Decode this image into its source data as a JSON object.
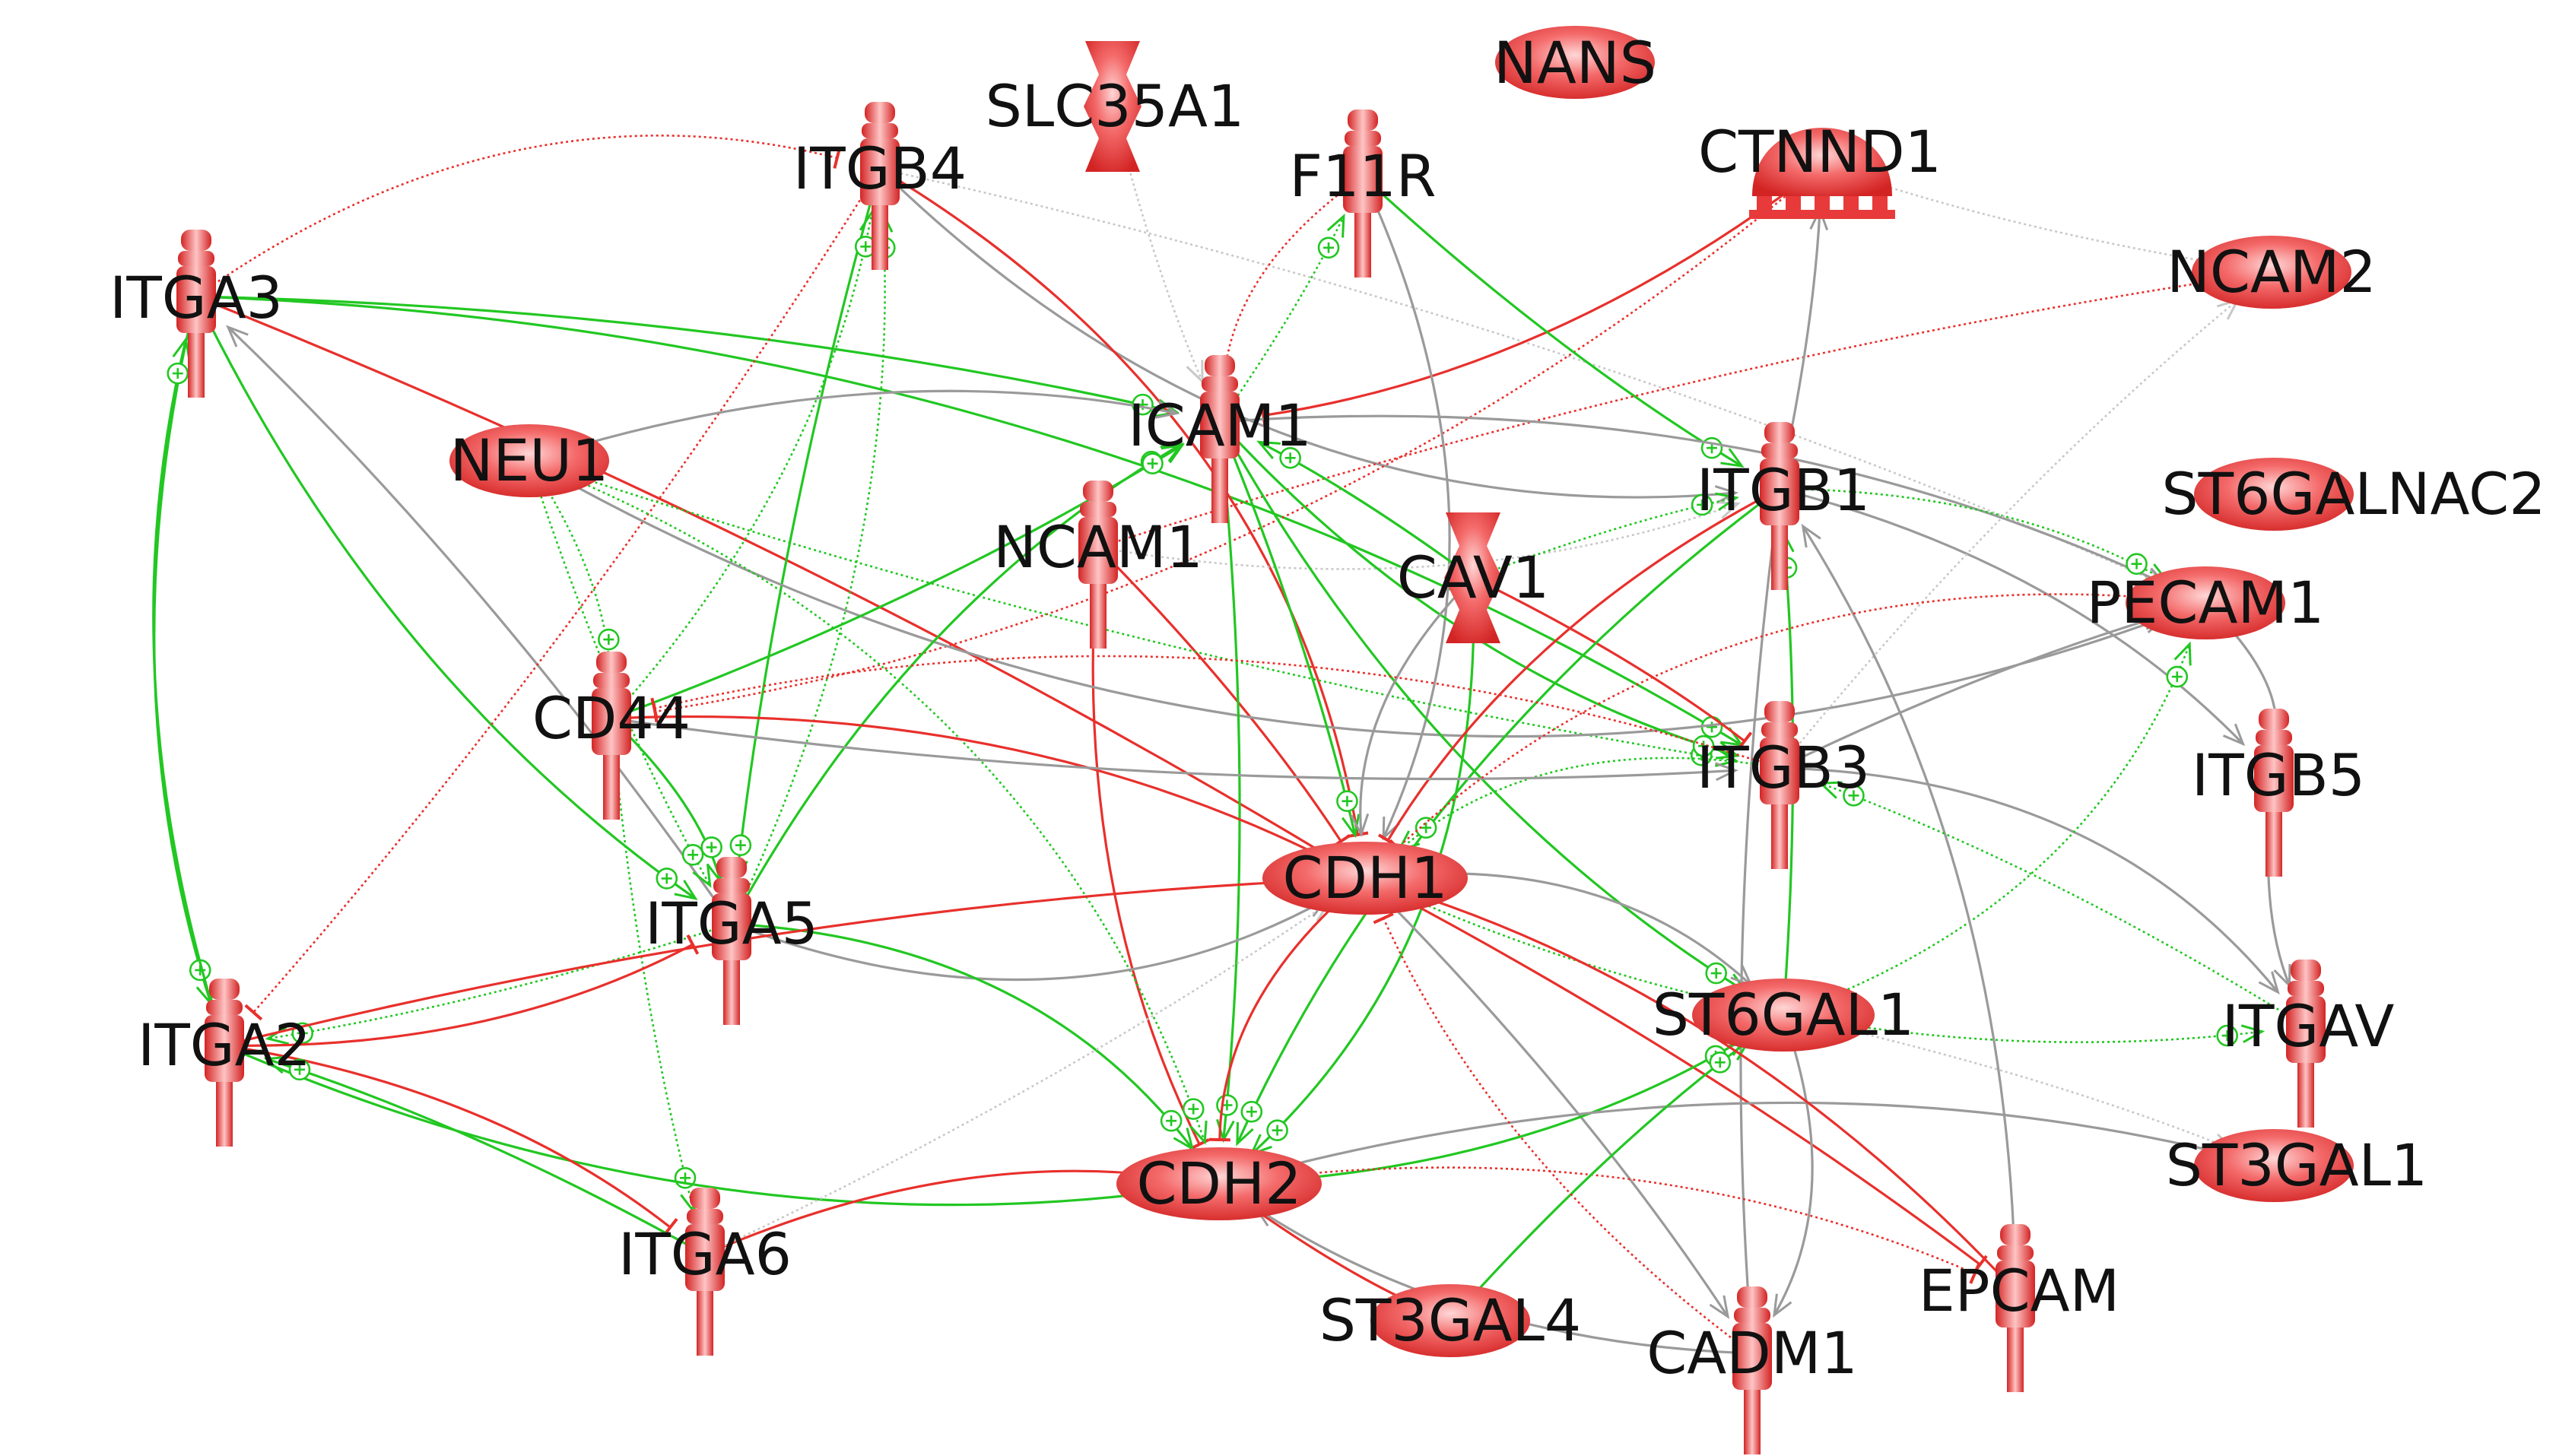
{
  "colors": {
    "activation": "#22c722",
    "inhibition": "#e8302c",
    "association": "#9a9a9a",
    "association_light": "#c8c8c8",
    "node_fill": "#e83a3a",
    "node_highlight": "#ffd0d0",
    "label": "#111111"
  },
  "nodes": [
    {
      "id": "SLC35A1",
      "label": "SLC35A1",
      "shape": "transporter"
    },
    {
      "id": "NANS",
      "label": "NANS",
      "shape": "ellipse"
    },
    {
      "id": "ITGB4",
      "label": "ITGB4",
      "shape": "receptor"
    },
    {
      "id": "F11R",
      "label": "F11R",
      "shape": "receptor"
    },
    {
      "id": "CTNND1",
      "label": "CTNND1",
      "shape": "dome"
    },
    {
      "id": "ITGA3",
      "label": "ITGA3",
      "shape": "receptor"
    },
    {
      "id": "NCAM2",
      "label": "NCAM2",
      "shape": "ellipse"
    },
    {
      "id": "ICAM1",
      "label": "ICAM1",
      "shape": "receptor"
    },
    {
      "id": "NEU1",
      "label": "NEU1",
      "shape": "ellipse"
    },
    {
      "id": "ITGB1",
      "label": "ITGB1",
      "shape": "receptor"
    },
    {
      "id": "ST6GALNAC2",
      "label": "ST6GALNAC2",
      "shape": "ellipse"
    },
    {
      "id": "NCAM1",
      "label": "NCAM1",
      "shape": "receptor"
    },
    {
      "id": "CAV1",
      "label": "CAV1",
      "shape": "transporter"
    },
    {
      "id": "PECAM1",
      "label": "PECAM1",
      "shape": "ellipse"
    },
    {
      "id": "CD44",
      "label": "CD44",
      "shape": "receptor"
    },
    {
      "id": "ITGB3",
      "label": "ITGB3",
      "shape": "receptor"
    },
    {
      "id": "ITGB5",
      "label": "ITGB5",
      "shape": "receptor"
    },
    {
      "id": "CDH1",
      "label": "CDH1",
      "shape": "ellipse"
    },
    {
      "id": "ITGA5",
      "label": "ITGA5",
      "shape": "receptor"
    },
    {
      "id": "ST6GAL1",
      "label": "ST6GAL1",
      "shape": "ellipse"
    },
    {
      "id": "ITGAV",
      "label": "ITGAV",
      "shape": "receptor"
    },
    {
      "id": "ITGA2",
      "label": "ITGA2",
      "shape": "receptor"
    },
    {
      "id": "ST3GAL1",
      "label": "ST3GAL1",
      "shape": "ellipse"
    },
    {
      "id": "CDH2",
      "label": "CDH2",
      "shape": "ellipse"
    },
    {
      "id": "ITGA6",
      "label": "ITGA6",
      "shape": "receptor"
    },
    {
      "id": "EPCAM",
      "label": "EPCAM",
      "shape": "receptor"
    },
    {
      "id": "ST3GAL4",
      "label": "ST3GAL4",
      "shape": "ellipse"
    },
    {
      "id": "CADM1",
      "label": "CADM1",
      "shape": "receptor"
    }
  ],
  "edges": [
    {
      "from": "ITGA3",
      "to": "ITGB4",
      "type": "inhibition",
      "style": "dotted"
    },
    {
      "from": "ITGA3",
      "to": "CDH1",
      "type": "inhibition",
      "style": "solid"
    },
    {
      "from": "ITGA3",
      "to": "ICAM1",
      "type": "activation",
      "style": "solid"
    },
    {
      "from": "ITGA3",
      "to": "ITGA2",
      "type": "activation",
      "style": "solid"
    },
    {
      "from": "ITGA3",
      "to": "ITGA5",
      "type": "activation",
      "style": "solid"
    },
    {
      "from": "ITGA3",
      "to": "ITGB3",
      "type": "activation",
      "style": "solid"
    },
    {
      "from": "ITGA2",
      "to": "ITGA3",
      "type": "activation",
      "style": "solid"
    },
    {
      "from": "ITGA5",
      "to": "ITGA3",
      "type": "association",
      "style": "solid"
    },
    {
      "from": "ITGB4",
      "to": "ITGA5",
      "type": "activation",
      "style": "solid"
    },
    {
      "from": "ITGB4",
      "to": "ITGB1",
      "type": "association",
      "style": "solid"
    },
    {
      "from": "ITGB4",
      "to": "CDH1",
      "type": "inhibition",
      "style": "solid"
    },
    {
      "from": "ITGB4",
      "to": "ITGA2",
      "type": "inhibition",
      "style": "dotted"
    },
    {
      "from": "ITGB4",
      "to": "PECAM1",
      "type": "association",
      "style": "dotted"
    },
    {
      "from": "CD44",
      "to": "ITGB4",
      "type": "activation",
      "style": "dotted"
    },
    {
      "from": "ITGA5",
      "to": "ITGB4",
      "type": "activation",
      "style": "dotted"
    },
    {
      "from": "CTNND1",
      "to": "ICAM1",
      "type": "inhibition",
      "style": "solid"
    },
    {
      "from": "CTNND1",
      "to": "CD44",
      "type": "inhibition",
      "style": "dotted"
    },
    {
      "from": "F11R",
      "to": "ITGB1",
      "type": "activation",
      "style": "solid"
    },
    {
      "from": "ICAM1",
      "to": "F11R",
      "type": "activation",
      "style": "dotted"
    },
    {
      "from": "F11R",
      "to": "ICAM1",
      "type": "inhibition",
      "style": "dotted"
    },
    {
      "from": "F11R",
      "to": "CDH1",
      "type": "association",
      "style": "solid"
    },
    {
      "from": "NCAM1",
      "to": "NCAM2",
      "type": "inhibition",
      "style": "dotted"
    },
    {
      "from": "NCAM1",
      "to": "CDH1",
      "type": "inhibition",
      "style": "solid"
    },
    {
      "from": "NCAM1",
      "to": "CDH2",
      "type": "inhibition",
      "style": "solid"
    },
    {
      "from": "NCAM1",
      "to": "ITGB1",
      "type": "association",
      "style": "dotted"
    },
    {
      "from": "NEU1",
      "to": "ICAM1",
      "type": "association",
      "style": "solid"
    },
    {
      "from": "NEU1",
      "to": "CD44",
      "type": "activation",
      "style": "dotted"
    },
    {
      "from": "NEU1",
      "to": "ITGA5",
      "type": "activation",
      "style": "dotted"
    },
    {
      "from": "NEU1",
      "to": "ITGB3",
      "type": "activation",
      "style": "dotted"
    },
    {
      "from": "NEU1",
      "to": "PECAM1",
      "type": "association",
      "style": "solid"
    },
    {
      "from": "NEU1",
      "to": "CDH2",
      "type": "activation",
      "style": "dotted"
    },
    {
      "from": "ICAM1",
      "to": "CDH1",
      "type": "activation",
      "style": "solid"
    },
    {
      "from": "ICAM1",
      "to": "CDH2",
      "type": "activation",
      "style": "solid"
    },
    {
      "from": "ICAM1",
      "to": "ITGB3",
      "type": "activation",
      "style": "solid"
    },
    {
      "from": "ICAM1",
      "to": "ST6GAL1",
      "type": "activation",
      "style": "solid"
    },
    {
      "from": "ICAM1",
      "to": "PECAM1",
      "type": "association",
      "style": "solid"
    },
    {
      "from": "ITGA5",
      "to": "ICAM1",
      "type": "activation",
      "style": "solid"
    },
    {
      "from": "CD44",
      "to": "ICAM1",
      "type": "activation",
      "style": "solid"
    },
    {
      "from": "CAV1",
      "to": "ICAM1",
      "type": "activation",
      "style": "solid"
    },
    {
      "from": "CAV1",
      "to": "CDH1",
      "type": "association",
      "style": "solid"
    },
    {
      "from": "CAV1",
      "to": "CDH2",
      "type": "activation",
      "style": "solid"
    },
    {
      "from": "CAV1",
      "to": "ITGB1",
      "type": "activation",
      "style": "dotted"
    },
    {
      "from": "CAV1",
      "to": "ITGB3",
      "type": "inhibition",
      "style": "solid"
    },
    {
      "from": "ITGB1",
      "to": "CDH1",
      "type": "inhibition",
      "style": "solid"
    },
    {
      "from": "ITGB1",
      "to": "CDH2",
      "type": "activation",
      "style": "solid"
    },
    {
      "from": "ITGB1",
      "to": "PECAM1",
      "type": "activation",
      "style": "dotted"
    },
    {
      "from": "ITGB1",
      "to": "ITGB5",
      "type": "association",
      "style": "solid"
    },
    {
      "from": "ITGB1",
      "to": "CADM1",
      "type": "association",
      "style": "solid"
    },
    {
      "from": "ITGB1",
      "to": "CTNND1",
      "type": "association",
      "style": "solid"
    },
    {
      "from": "ITGB3",
      "to": "CDH1",
      "type": "activation",
      "style": "dotted"
    },
    {
      "from": "ITGB3",
      "to": "ITGAV",
      "type": "association",
      "style": "solid"
    },
    {
      "from": "ITGB3",
      "to": "PECAM1",
      "type": "association",
      "style": "solid"
    },
    {
      "from": "ITGB3",
      "to": "NCAM2",
      "type": "association",
      "style": "dotted"
    },
    {
      "from": "ITGB3",
      "to": "CD44",
      "type": "inhibition",
      "style": "dotted"
    },
    {
      "from": "ITGB5",
      "to": "ITGAV",
      "type": "association",
      "style": "solid"
    },
    {
      "from": "CD44",
      "to": "CDH1",
      "type": "inhibition",
      "style": "solid"
    },
    {
      "from": "CD44",
      "to": "ITGA5",
      "type": "activation",
      "style": "solid"
    },
    {
      "from": "CD44",
      "to": "ITGB3",
      "type": "association",
      "style": "solid"
    },
    {
      "from": "CD44",
      "to": "ITGA6",
      "type": "activation",
      "style": "dotted"
    },
    {
      "from": "ITGA5",
      "to": "CDH1",
      "type": "association",
      "style": "solid"
    },
    {
      "from": "ITGA5",
      "to": "CDH2",
      "type": "activation",
      "style": "solid"
    },
    {
      "from": "ITGA5",
      "to": "ITGA2",
      "type": "activation",
      "style": "dotted"
    },
    {
      "from": "ITGA2",
      "to": "CDH1",
      "type": "inhibition",
      "style": "solid"
    },
    {
      "from": "ITGA2",
      "to": "CDH2",
      "type": "activation",
      "style": "solid"
    },
    {
      "from": "ITGA2",
      "to": "ITGA5",
      "type": "inhibition",
      "style": "solid"
    },
    {
      "from": "ITGA2",
      "to": "ITGA6",
      "type": "inhibition",
      "style": "solid"
    },
    {
      "from": "ITGA6",
      "to": "CDH2",
      "type": "inhibition",
      "style": "solid"
    },
    {
      "from": "ITGA6",
      "to": "ITGA2",
      "type": "activation",
      "style": "solid"
    },
    {
      "from": "ITGA6",
      "to": "CDH1",
      "type": "association",
      "style": "dotted"
    },
    {
      "from": "CDH1",
      "to": "CDH2",
      "type": "inhibition",
      "style": "solid"
    },
    {
      "from": "CDH1",
      "to": "ST6GAL1",
      "type": "association",
      "style": "solid"
    },
    {
      "from": "CDH1",
      "to": "EPCAM",
      "type": "inhibition",
      "style": "solid"
    },
    {
      "from": "CDH1",
      "to": "CADM1",
      "type": "association",
      "style": "solid"
    },
    {
      "from": "CDH1",
      "to": "ITGAV",
      "type": "activation",
      "style": "dotted"
    },
    {
      "from": "CDH2",
      "to": "ST6GAL1",
      "type": "activation",
      "style": "solid"
    },
    {
      "from": "CDH2",
      "to": "ST3GAL1",
      "type": "association",
      "style": "solid"
    },
    {
      "from": "CDH2",
      "to": "EPCAM",
      "type": "inhibition",
      "style": "dotted"
    },
    {
      "from": "CDH2",
      "to": "ST3GAL4",
      "type": "inhibition",
      "style": "solid"
    },
    {
      "from": "ST6GAL1",
      "to": "ITGB1",
      "type": "activation",
      "style": "solid"
    },
    {
      "from": "ST6GAL1",
      "to": "PECAM1",
      "type": "activation",
      "style": "dotted"
    },
    {
      "from": "ST6GAL1",
      "to": "CADM1",
      "type": "association",
      "style": "solid"
    },
    {
      "from": "ST6GAL1",
      "to": "ST3GAL1",
      "type": "association",
      "style": "dotted"
    },
    {
      "from": "ST3GAL4",
      "to": "ST6GAL1",
      "type": "activation",
      "style": "solid"
    },
    {
      "from": "EPCAM",
      "to": "ITGB1",
      "type": "association",
      "style": "solid"
    },
    {
      "from": "EPCAM",
      "to": "CDH1",
      "type": "inhibition",
      "style": "solid"
    },
    {
      "from": "CADM1",
      "to": "CDH1",
      "type": "inhibition",
      "style": "dotted"
    },
    {
      "from": "CADM1",
      "to": "CDH2",
      "type": "association",
      "style": "solid"
    },
    {
      "from": "ITGAV",
      "to": "ITGB3",
      "type": "activation",
      "style": "dotted"
    },
    {
      "from": "SLC35A1",
      "to": "ICAM1",
      "type": "association",
      "style": "dotted"
    },
    {
      "from": "PECAM1",
      "to": "CDH1",
      "type": "inhibition",
      "style": "dotted"
    },
    {
      "from": "PECAM1",
      "to": "ITGB5",
      "type": "association",
      "style": "solid"
    },
    {
      "from": "NCAM2",
      "to": "CTNND1",
      "type": "association",
      "style": "dotted"
    }
  ]
}
